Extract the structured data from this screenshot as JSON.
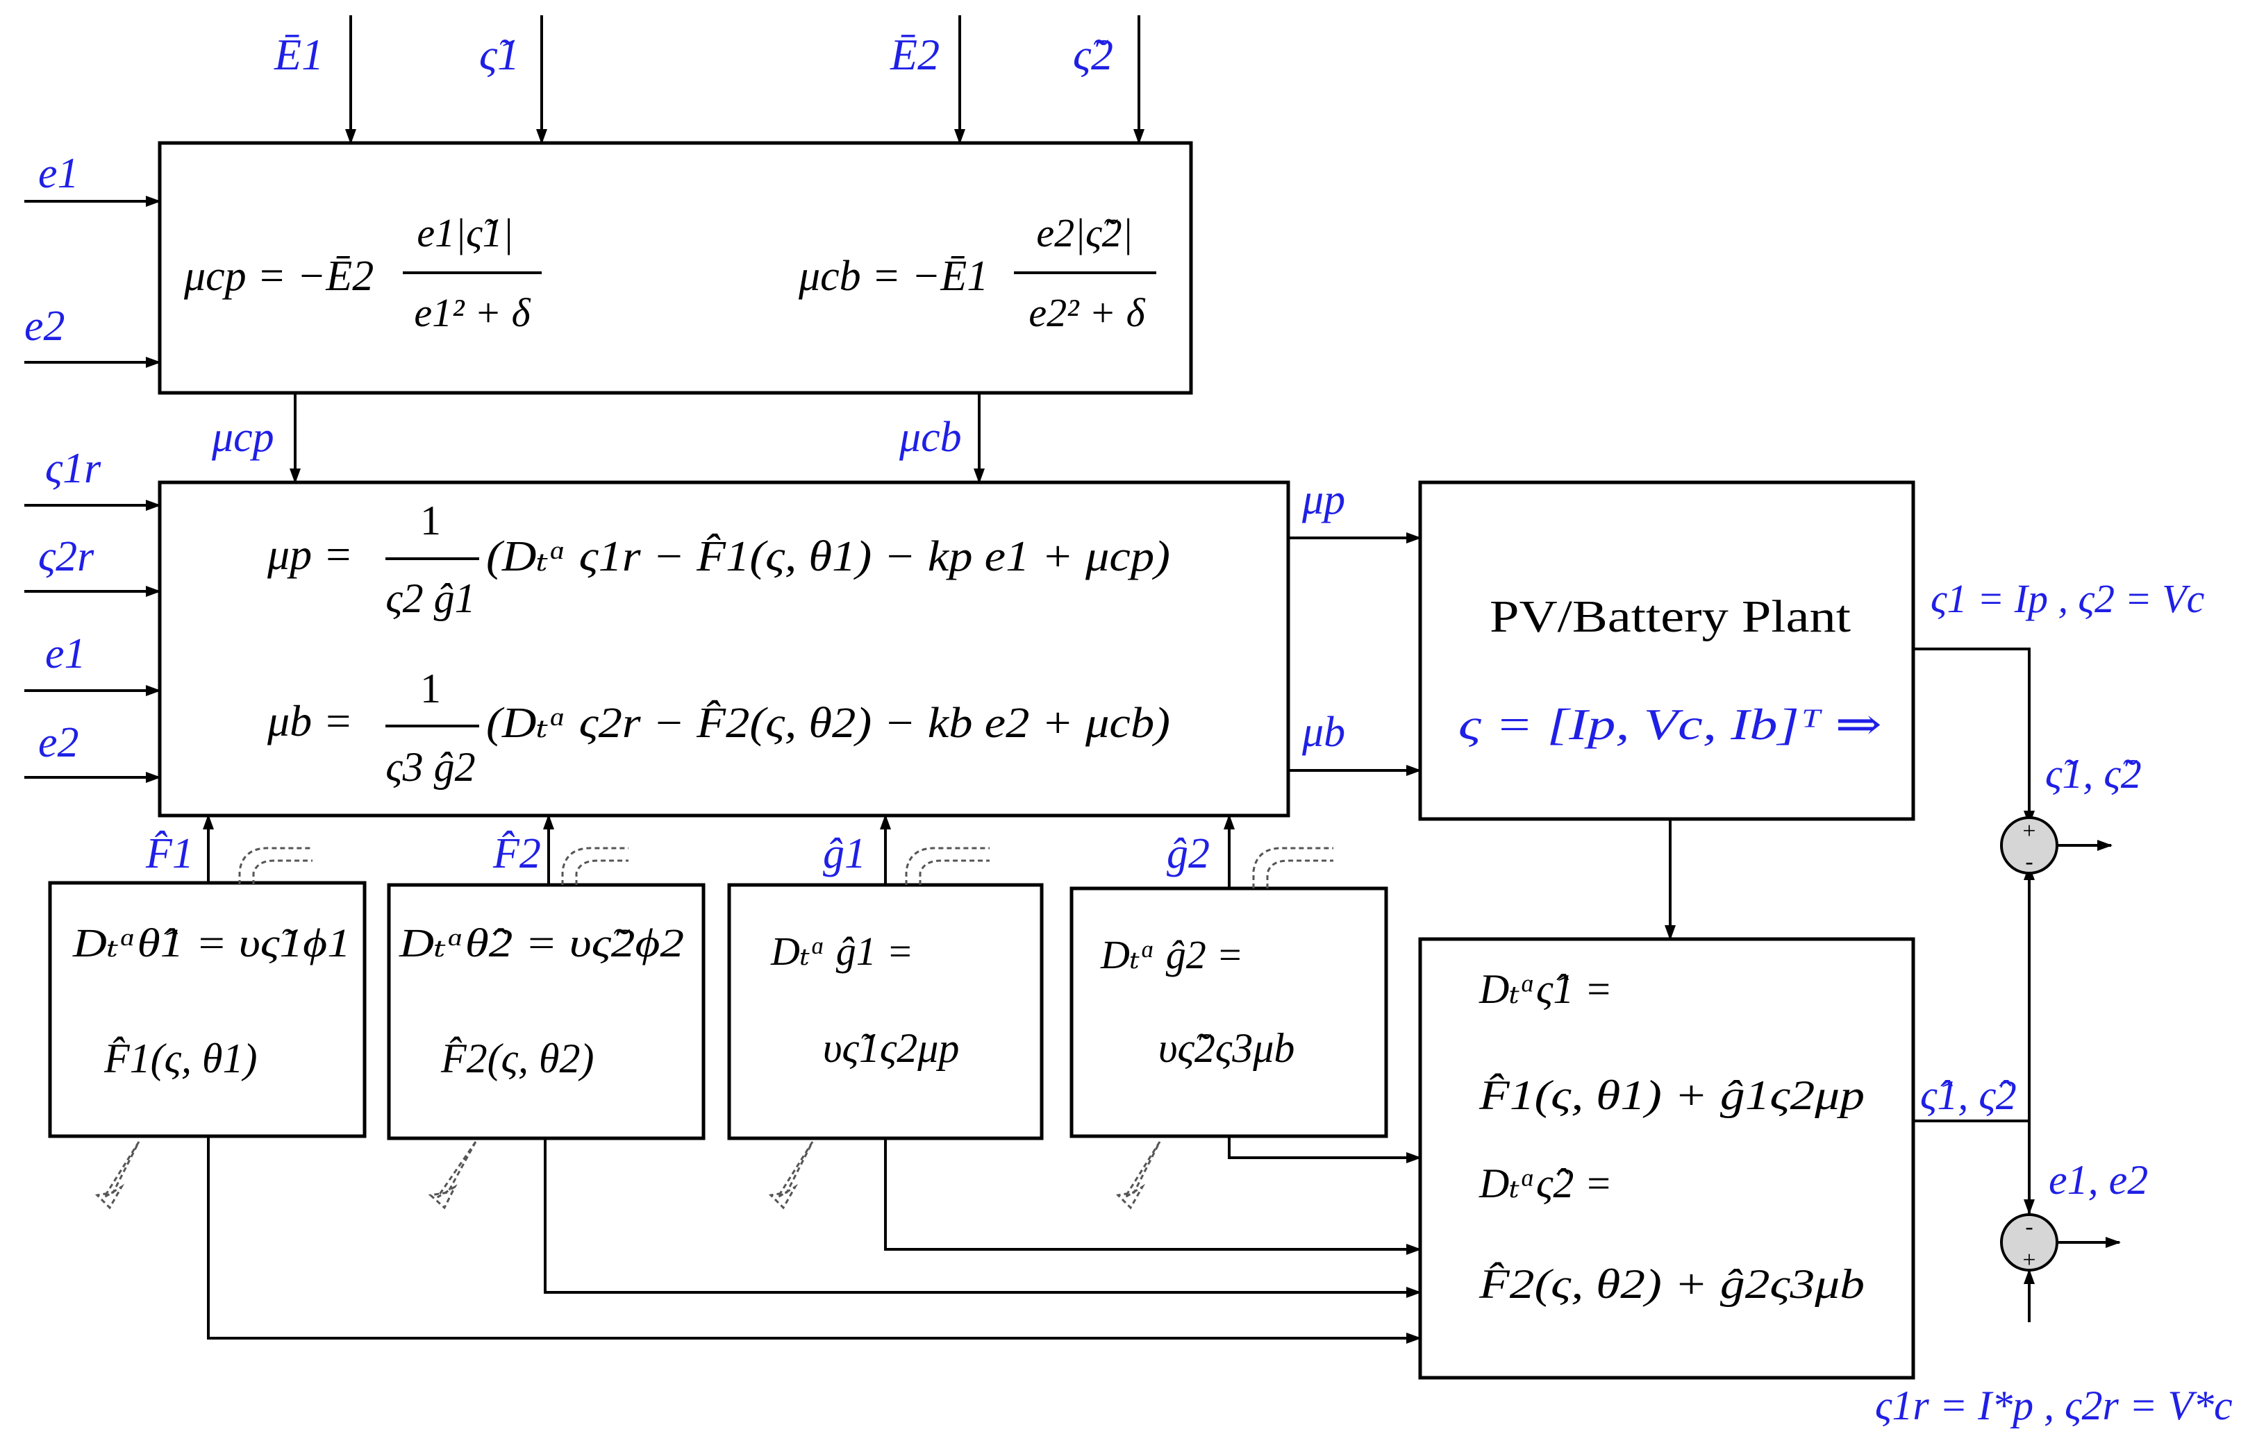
{
  "colors": {
    "signal": "#1f1fe6",
    "line": "#000000",
    "summer": "#d6d6d6"
  },
  "icons": {
    "adaptation_hook": "dashed-curved-arrow-icon",
    "summing_junction": "sum-circle-icon"
  },
  "inputs": {
    "E1_bar": "Ē1",
    "xi1_tilde": "ς̃1",
    "E2_bar": "Ē2",
    "xi2_tilde": "ς̃2",
    "e1": "e1",
    "e2": "e2",
    "s1r": "ς1r",
    "s2r": "ς2r"
  },
  "compensator": {
    "mu_cp_lhs": "μcp = −Ē2",
    "mu_cp_num": "e1|ς̃1|",
    "mu_cp_den": "e1² + δ",
    "mu_cb_lhs": "μcb = −Ē1",
    "mu_cb_num": "e2|ς̃2|",
    "mu_cb_den": "e2² + δ"
  },
  "signals": {
    "mu_cp": "μcp",
    "mu_cb": "μcb",
    "mu_p": "μp",
    "mu_b": "μb",
    "F1_hat": "F̂1",
    "F2_hat": "F̂2",
    "g1_hat": "ĝ1",
    "g2_hat": "ĝ2",
    "xi_tilde_pair": "ς̃1, ς̃2",
    "xi_hat_pair": "ς̂1, ς̂2",
    "errors_pair": "e1, e2"
  },
  "controller": {
    "mu_p_lhs": "μp =",
    "mu_p_num": "1",
    "mu_p_den": "ς2 ĝ1",
    "mu_p_rhs": "(Dₜᵅ ς1r − F̂1(ς, θ1) − kp e1 + μcp)",
    "mu_b_lhs": "μb =",
    "mu_b_num": "1",
    "mu_b_den": "ς3 ĝ2",
    "mu_b_rhs": "(Dₜᵅ ς2r − F̂2(ς, θ2) − kb e2 + μcb)"
  },
  "plant": {
    "title": "PV/Battery Plant",
    "state": "ς = [Ip, Vc, Ib]ᵀ ⇒",
    "outputs": "ς1 = Ip , ς2 = Vc"
  },
  "adaptation": {
    "theta1_law": "Dₜᵅθ̂1 = υς̃1ϕ1",
    "F1_estimate": "F̂1(ς, θ1)",
    "theta2_law": "Dₜᵅθ̂2 = υς̃2ϕ2",
    "F2_estimate": "F̂2(ς, θ2)",
    "g1_law_lhs": "Dₜᵅ ĝ1 =",
    "g1_law_rhs": "υς̃1ς2μp",
    "g2_law_lhs": "Dₜᵅ ĝ2 =",
    "g2_law_rhs": "υς̃2ς3μb"
  },
  "observer": {
    "line1": "Dₜᵅς̂1 =",
    "line2": "F̂1(ς, θ1) + ĝ1ς2μp",
    "line3": "Dₜᵅς̂2 =",
    "line4": "F̂2(ς, θ2) + ĝ2ς3μb"
  },
  "summers": {
    "plus": "+",
    "minus": "-"
  },
  "reference": "ς1r = I*p , ς2r = V*c"
}
